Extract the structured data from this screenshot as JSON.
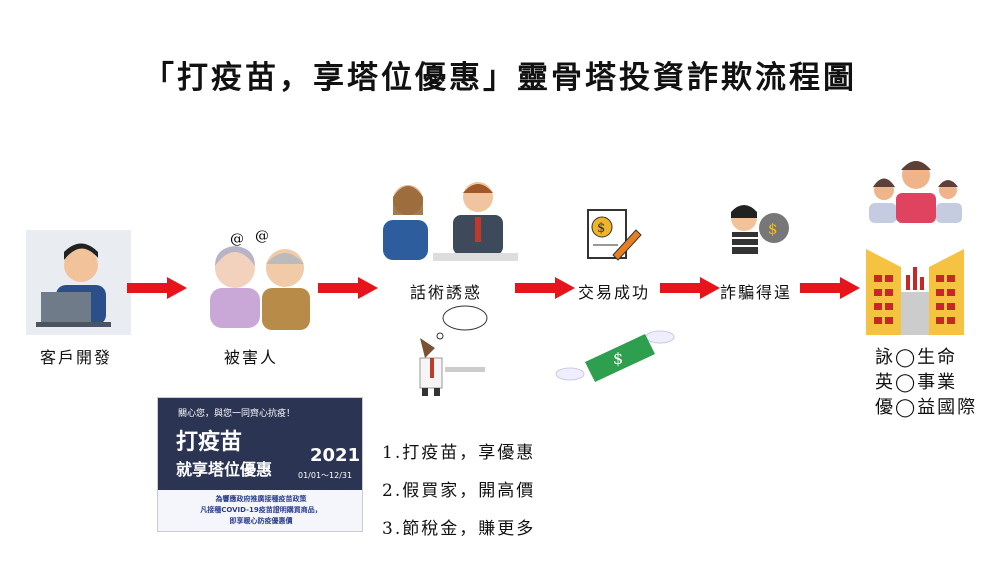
{
  "title": "「打疫苗，享塔位優惠」靈骨塔投資詐欺流程圖",
  "steps": [
    {
      "label": "客戶開發",
      "icon": "man-at-laptop-icon"
    },
    {
      "label": "被害人",
      "icon": "worried-elderly-couple-icon"
    },
    {
      "label": "話術誘惑",
      "icon": "salesman-persuading-icon"
    },
    {
      "label": "交易成功",
      "icon": "contract-signing-icon"
    },
    {
      "label": "詐騙得逞",
      "icon": "thief-with-money-bag-icon"
    }
  ],
  "company": {
    "lines": [
      "詠◯生命",
      "英◯事業",
      "優◯益國際"
    ]
  },
  "tactics": [
    "1.打疫苗，享優惠",
    "2.假買家，開高價",
    "3.節稅金，賺更多"
  ],
  "poster": {
    "tagline": "關心您，與您一同齊心抗疫！",
    "headline": "打疫苗",
    "subheadline": "就享塔位優惠",
    "year": "2021",
    "dates": "01/01～12/31",
    "fine_print": [
      "為響應政府推廣接種疫苗政策",
      "凡接種COVID-19疫苗證明購買商品，",
      "即享暖心防疫優惠價"
    ]
  },
  "colors": {
    "arrow": "#e8141b",
    "poster_bg": "#2b3553"
  }
}
